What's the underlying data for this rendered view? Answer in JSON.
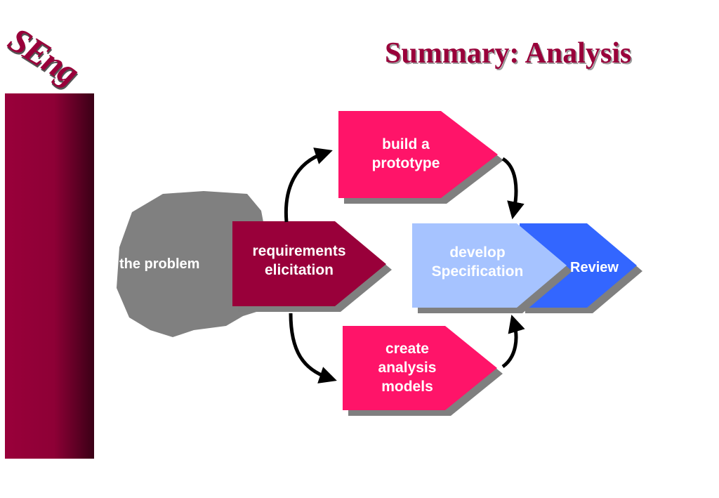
{
  "logo": "SEng",
  "title": "Summary: Analysis",
  "nodes": {
    "problem": "the problem",
    "elicitation": [
      "requirements",
      "elicitation"
    ],
    "prototype": [
      "build a",
      "prototype"
    ],
    "models": [
      "create",
      "analysis",
      "models"
    ],
    "specification": [
      "develop",
      "Specification"
    ],
    "review": "Review"
  },
  "colors": {
    "accent": "#99003a",
    "pink": "#ff1469",
    "light_blue": "#a6c3ff",
    "blue": "#3366ff",
    "gray": "#7f7f7f"
  }
}
